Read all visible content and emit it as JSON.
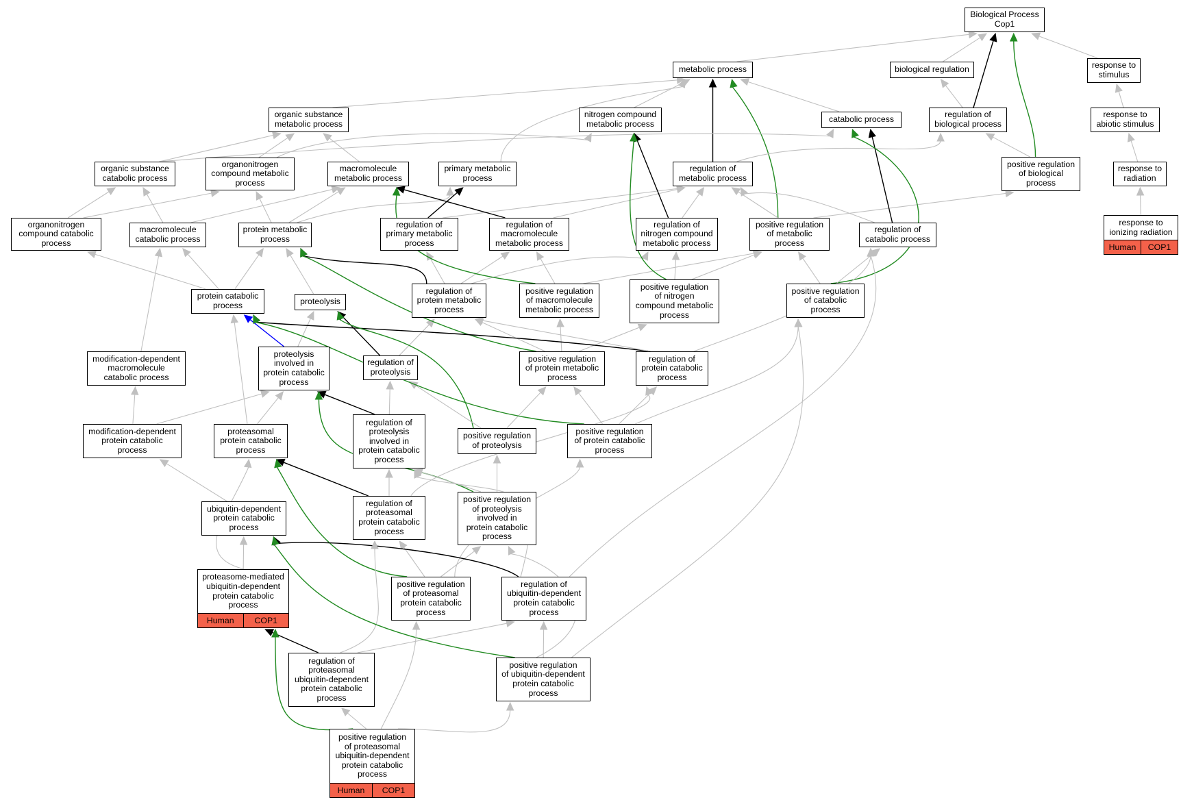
{
  "colors": {
    "is_a": "#c0c0c0",
    "regulates": "#000000",
    "positively_regulates": "#228b22",
    "part_of": "#0000ff",
    "annotation_cell": "#f4614a"
  },
  "nodes": {
    "bp": {
      "label": "Biological Process\nCop1"
    },
    "metab": {
      "label": "metabolic process"
    },
    "bioreg": {
      "label": "biological regulation"
    },
    "respstim": {
      "label": "response to\nstimulus"
    },
    "orgsub": {
      "label": "organic substance\nmetabolic process"
    },
    "nitro": {
      "label": "nitrogen compound\nmetabolic process"
    },
    "catab": {
      "label": "catabolic process"
    },
    "regbio": {
      "label": "regulation of\nbiological process"
    },
    "respabio": {
      "label": "response to\nabiotic stimulus"
    },
    "orgsubcat": {
      "label": "organic substance\ncatabolic process"
    },
    "orgnitro": {
      "label": "organonitrogen\ncompound metabolic\nprocess"
    },
    "macro": {
      "label": "macromolecule\nmetabolic process"
    },
    "primary": {
      "label": "primary metabolic\nprocess"
    },
    "regmetab": {
      "label": "regulation of\nmetabolic process"
    },
    "posregbio": {
      "label": "positive regulation\nof biological\nprocess"
    },
    "resprad": {
      "label": "response to\nradiation"
    },
    "orgnitrocat": {
      "label": "organonitrogen\ncompound catabolic\nprocess"
    },
    "macrocat": {
      "label": "macromolecule\ncatabolic process"
    },
    "protmet": {
      "label": "protein metabolic\nprocess"
    },
    "regprim": {
      "label": "regulation of\nprimary metabolic\nprocess"
    },
    "regmacro": {
      "label": "regulation of\nmacromolecule\nmetabolic process"
    },
    "regnitro": {
      "label": "regulation of\nnitrogen compound\nmetabolic process"
    },
    "posregmet": {
      "label": "positive regulation\nof metabolic\nprocess"
    },
    "regcat": {
      "label": "regulation of\ncatabolic process"
    },
    "respion": {
      "label": "response to\nionizing radiation",
      "annotation": [
        "Human",
        "COP1"
      ]
    },
    "protcat": {
      "label": "protein catabolic\nprocess"
    },
    "proteol": {
      "label": "proteolysis"
    },
    "regprotmet": {
      "label": "regulation of\nprotein metabolic\nprocess"
    },
    "posregmacro": {
      "label": "positive regulation\nof macromolecule\nmetabolic process"
    },
    "posregnitro": {
      "label": "positive regulation\nof nitrogen\ncompound metabolic\nprocess"
    },
    "posregcat": {
      "label": "positive regulation\nof catabolic\nprocess"
    },
    "moddepmacro": {
      "label": "modification-dependent\nmacromolecule\ncatabolic process"
    },
    "proteolinv": {
      "label": "proteolysis\ninvolved in\nprotein catabolic\nprocess"
    },
    "regproteol": {
      "label": "regulation of\nproteolysis"
    },
    "posregprotmet": {
      "label": "positive regulation\nof protein metabolic\nprocess"
    },
    "regprotcat": {
      "label": "regulation of\nprotein catabolic\nprocess"
    },
    "moddepprot": {
      "label": "modification-dependent\nprotein catabolic\nprocess"
    },
    "proteasomal": {
      "label": "proteasomal\nprotein catabolic\nprocess"
    },
    "regproteolinv": {
      "label": "regulation of\nproteolysis\ninvolved in\nprotein catabolic\nprocess"
    },
    "posregproteol": {
      "label": "positive regulation\nof proteolysis"
    },
    "posregprotcat": {
      "label": "positive regulation\nof protein catabolic\nprocess"
    },
    "ubdep": {
      "label": "ubiquitin-dependent\nprotein catabolic\nprocess"
    },
    "regproteas": {
      "label": "regulation of\nproteasomal\nprotein catabolic\nprocess"
    },
    "posregproteolinv": {
      "label": "positive regulation\nof proteolysis\ninvolved in\nprotein catabolic\nprocess"
    },
    "proteasmed": {
      "label": "proteasome-mediated\nubiquitin-dependent\nprotein catabolic\nprocess",
      "annotation": [
        "Human",
        "COP1"
      ]
    },
    "posregproteas": {
      "label": "positive regulation\nof proteasomal\nprotein catabolic\nprocess"
    },
    "regubdep": {
      "label": "regulation of\nubiquitin-dependent\nprotein catabolic\nprocess"
    },
    "regproteasub": {
      "label": "regulation of\nproteasomal\nubiquitin-dependent\nprotein catabolic\nprocess"
    },
    "posregubdep": {
      "label": "positive regulation\nof ubiquitin-dependent\nprotein catabolic\nprocess"
    },
    "posregproteasub": {
      "label": "positive regulation\nof proteasomal\nubiquitin-dependent\nprotein catabolic\nprocess",
      "annotation": [
        "Human",
        "COP1"
      ]
    }
  },
  "edges": [
    [
      "metab",
      "bp",
      "is_a"
    ],
    [
      "bioreg",
      "bp",
      "is_a"
    ],
    [
      "respstim",
      "bp",
      "is_a"
    ],
    [
      "regbio",
      "bp",
      "regulates"
    ],
    [
      "posregbio",
      "bp",
      "positively_regulates"
    ],
    [
      "orgsub",
      "metab",
      "is_a"
    ],
    [
      "nitro",
      "metab",
      "is_a"
    ],
    [
      "catab",
      "metab",
      "is_a"
    ],
    [
      "primary",
      "metab",
      "is_a"
    ],
    [
      "regmetab",
      "metab",
      "regulates"
    ],
    [
      "posregmet",
      "metab",
      "positively_regulates"
    ],
    [
      "regbio",
      "bioreg",
      "is_a"
    ],
    [
      "respabio",
      "respstim",
      "is_a"
    ],
    [
      "resprad",
      "respabio",
      "is_a"
    ],
    [
      "respion",
      "resprad",
      "is_a"
    ],
    [
      "orgsubcat",
      "orgsub",
      "is_a"
    ],
    [
      "orgsubcat",
      "catab",
      "is_a"
    ],
    [
      "orgnitro",
      "orgsub",
      "is_a"
    ],
    [
      "orgnitro",
      "nitro",
      "is_a"
    ],
    [
      "macro",
      "orgsub",
      "is_a"
    ],
    [
      "regmetab",
      "regbio",
      "is_a"
    ],
    [
      "posregbio",
      "regbio",
      "is_a"
    ],
    [
      "orgnitrocat",
      "orgsubcat",
      "is_a"
    ],
    [
      "orgnitrocat",
      "orgnitro",
      "is_a"
    ],
    [
      "macrocat",
      "orgsubcat",
      "is_a"
    ],
    [
      "macrocat",
      "macro",
      "is_a"
    ],
    [
      "protmet",
      "orgnitro",
      "is_a"
    ],
    [
      "protmet",
      "macro",
      "is_a"
    ],
    [
      "protmet",
      "primary",
      "is_a"
    ],
    [
      "regprim",
      "primary",
      "regulates"
    ],
    [
      "regprim",
      "regmetab",
      "is_a"
    ],
    [
      "regmacro",
      "macro",
      "regulates"
    ],
    [
      "regmacro",
      "regmetab",
      "is_a"
    ],
    [
      "regnitro",
      "nitro",
      "regulates"
    ],
    [
      "regnitro",
      "regmetab",
      "is_a"
    ],
    [
      "posregmet",
      "regmetab",
      "is_a"
    ],
    [
      "posregmet",
      "posregbio",
      "is_a"
    ],
    [
      "regcat",
      "catab",
      "regulates"
    ],
    [
      "regcat",
      "regmetab",
      "is_a"
    ],
    [
      "protcat",
      "orgnitrocat",
      "is_a"
    ],
    [
      "protcat",
      "macrocat",
      "is_a"
    ],
    [
      "protcat",
      "protmet",
      "is_a"
    ],
    [
      "proteol",
      "protmet",
      "is_a"
    ],
    [
      "regprotmet",
      "protmet",
      "regulates"
    ],
    [
      "regprotmet",
      "regprim",
      "is_a"
    ],
    [
      "regprotmet",
      "regmacro",
      "is_a"
    ],
    [
      "regprotmet",
      "regnitro",
      "is_a"
    ],
    [
      "posregmacro",
      "macro",
      "positively_regulates"
    ],
    [
      "posregmacro",
      "regmacro",
      "is_a"
    ],
    [
      "posregmacro",
      "posregmet",
      "is_a"
    ],
    [
      "posregnitro",
      "nitro",
      "positively_regulates"
    ],
    [
      "posregnitro",
      "regnitro",
      "is_a"
    ],
    [
      "posregnitro",
      "posregmet",
      "is_a"
    ],
    [
      "posregcat",
      "catab",
      "positively_regulates"
    ],
    [
      "posregcat",
      "posregmet",
      "is_a"
    ],
    [
      "posregcat",
      "regcat",
      "is_a"
    ],
    [
      "moddepmacro",
      "macrocat",
      "is_a"
    ],
    [
      "proteolinv",
      "protcat",
      "part_of"
    ],
    [
      "proteolinv",
      "proteol",
      "is_a"
    ],
    [
      "regproteol",
      "proteol",
      "regulates"
    ],
    [
      "regproteol",
      "regprotmet",
      "is_a"
    ],
    [
      "posregprotmet",
      "protmet",
      "positively_regulates"
    ],
    [
      "posregprotmet",
      "regprotmet",
      "is_a"
    ],
    [
      "posregprotmet",
      "posregmacro",
      "is_a"
    ],
    [
      "posregprotmet",
      "posregnitro",
      "is_a"
    ],
    [
      "regprotcat",
      "protcat",
      "regulates"
    ],
    [
      "regprotcat",
      "regprotmet",
      "is_a"
    ],
    [
      "regprotcat",
      "regcat",
      "is_a"
    ],
    [
      "moddepprot",
      "moddepmacro",
      "is_a"
    ],
    [
      "moddepprot",
      "proteolinv",
      "is_a"
    ],
    [
      "proteasomal",
      "protcat",
      "is_a"
    ],
    [
      "proteasomal",
      "proteolinv",
      "is_a"
    ],
    [
      "regproteolinv",
      "proteolinv",
      "regulates"
    ],
    [
      "regproteolinv",
      "regproteol",
      "is_a"
    ],
    [
      "posregproteol",
      "proteol",
      "positively_regulates"
    ],
    [
      "posregproteol",
      "regproteol",
      "is_a"
    ],
    [
      "posregproteol",
      "posregprotmet",
      "is_a"
    ],
    [
      "posregprotcat",
      "protcat",
      "positively_regulates"
    ],
    [
      "posregprotcat",
      "posregprotmet",
      "is_a"
    ],
    [
      "posregprotcat",
      "regprotcat",
      "is_a"
    ],
    [
      "posregprotcat",
      "posregcat",
      "is_a"
    ],
    [
      "ubdep",
      "moddepprot",
      "is_a"
    ],
    [
      "regproteas",
      "proteasomal",
      "regulates"
    ],
    [
      "regproteas",
      "regproteolinv",
      "is_a"
    ],
    [
      "regproteas",
      "regprotcat",
      "is_a"
    ],
    [
      "posregproteolinv",
      "proteolinv",
      "positively_regulates"
    ],
    [
      "posregproteolinv",
      "regproteolinv",
      "is_a"
    ],
    [
      "posregproteolinv",
      "posregproteol",
      "is_a"
    ],
    [
      "proteasmed",
      "ubdep",
      "is_a"
    ],
    [
      "proteasmed",
      "proteasomal",
      "is_a"
    ],
    [
      "posregproteas",
      "proteasomal",
      "positively_regulates"
    ],
    [
      "posregproteas",
      "regproteas",
      "is_a"
    ],
    [
      "posregproteas",
      "posregproteolinv",
      "is_a"
    ],
    [
      "posregproteas",
      "posregprotcat",
      "is_a"
    ],
    [
      "regubdep",
      "ubdep",
      "regulates"
    ],
    [
      "regubdep",
      "regproteolinv",
      "is_a"
    ],
    [
      "regubdep",
      "regcat",
      "is_a"
    ],
    [
      "regproteasub",
      "proteasmed",
      "regulates"
    ],
    [
      "regproteasub",
      "regproteas",
      "is_a"
    ],
    [
      "regproteasub",
      "regubdep",
      "is_a"
    ],
    [
      "posregubdep",
      "ubdep",
      "positively_regulates"
    ],
    [
      "posregubdep",
      "regubdep",
      "is_a"
    ],
    [
      "posregubdep",
      "posregproteolinv",
      "is_a"
    ],
    [
      "posregubdep",
      "posregcat",
      "is_a"
    ],
    [
      "posregproteasub",
      "proteasmed",
      "positively_regulates"
    ],
    [
      "posregproteasub",
      "regproteasub",
      "is_a"
    ],
    [
      "posregproteasub",
      "posregproteas",
      "is_a"
    ],
    [
      "posregproteasub",
      "posregubdep",
      "is_a"
    ]
  ]
}
